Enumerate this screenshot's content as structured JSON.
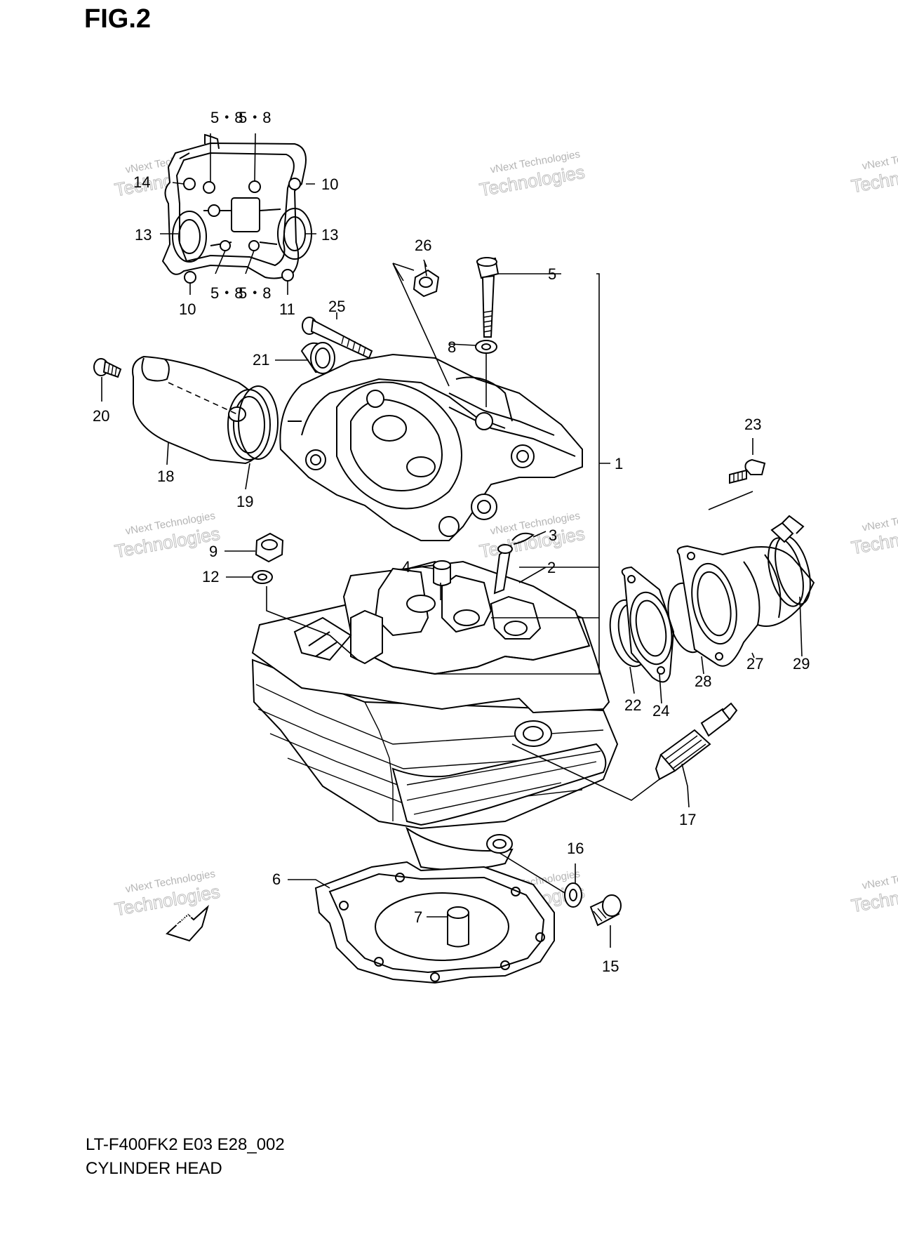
{
  "figure": {
    "title": "FIG.2"
  },
  "footer": {
    "model": "LT-F400FK2 E03 E28_002",
    "caption": "CYLINDER HEAD"
  },
  "watermark": {
    "line1": "vNext Technologies",
    "line2": "Technologies"
  },
  "fwd": "FWD",
  "callouts": {
    "c58a": "5・8",
    "c58b": "5・8",
    "c58c": "5・8",
    "c58d": "5・8",
    "c14": "14",
    "c10a": "10",
    "c13a": "13",
    "c13b": "13",
    "c10b": "10",
    "c11": "11",
    "c26": "26",
    "c5": "5",
    "c8": "8",
    "c25": "25",
    "c21": "21",
    "c20": "20",
    "c18": "18",
    "c19": "19",
    "c1": "1",
    "c23": "23",
    "c3": "3",
    "c2": "2",
    "c9": "9",
    "c12": "12",
    "c4": "4",
    "c22": "22",
    "c24": "24",
    "c28": "28",
    "c27": "27",
    "c29": "29",
    "c17": "17",
    "c16": "16",
    "c6": "6",
    "c7": "7",
    "c15": "15"
  }
}
